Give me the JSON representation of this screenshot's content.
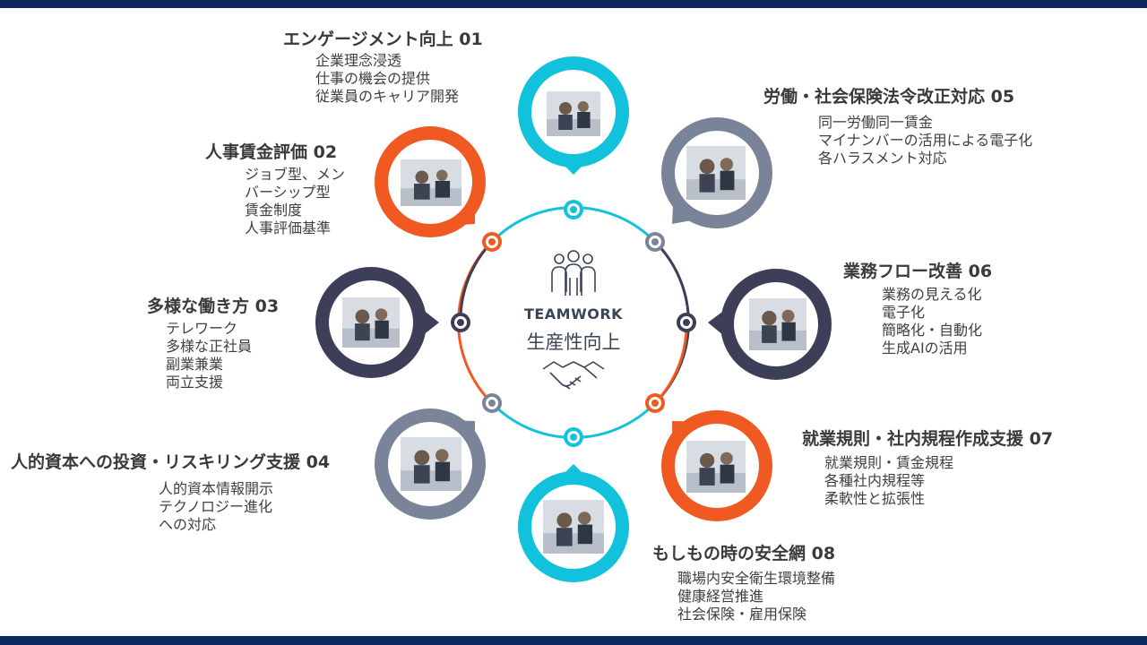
{
  "center": {
    "label_en": "TEAMWORK",
    "label_jp": "生産性向上"
  },
  "colors": {
    "cyan": "#12c2dc",
    "orange": "#f05a22",
    "gray": "#7a8499",
    "navy": "#3c3f57",
    "frame": "#0d2a5e"
  },
  "sections": [
    {
      "title": "エンゲージメント向上 01",
      "items": [
        "企業理念浸透",
        "仕事の機会の提供",
        "従業員のキャリア開発"
      ],
      "color": "cyan",
      "image": "business-meeting-photo"
    },
    {
      "title": "人事賃金評価 02",
      "items": [
        "ジョブ型、メン",
        "バーシップ型",
        "賃金制度",
        "人事評価基準"
      ],
      "color": "orange",
      "image": "evaluation-blackboard-photo"
    },
    {
      "title": "多様な働き方 03",
      "items": [
        "テレワーク",
        "多様な正社員",
        "副業兼業",
        "両立支援"
      ],
      "color": "navy",
      "image": "office-workers-photo"
    },
    {
      "title": "人的資本への投資・リスキリング支援 04",
      "items": [
        "人的資本情報開示",
        "テクノロジー進化",
        "への対応"
      ],
      "color": "gray",
      "image": "signing-document-photo"
    },
    {
      "title": "労働・社会保険法令改正対応 05",
      "items": [
        "同一労働同一賃金",
        "マイナンバーの活用による電子化",
        "各ハラスメント対応"
      ],
      "color": "gray",
      "image": "figures-chart-photo"
    },
    {
      "title": "業務フロー改善 06",
      "items": [
        "業務の見える化",
        "電子化",
        "簡略化・自動化",
        "生成AIの活用"
      ],
      "color": "navy",
      "image": "desk-clock-photo"
    },
    {
      "title": "就業規則・社内規程作成支援 07",
      "items": [
        "就業規則・賃金規程",
        "各種社内規程等",
        "柔軟性と拡張性"
      ],
      "color": "orange",
      "image": "contract-papers-photo"
    },
    {
      "title": "もしもの時の安全網 08",
      "items": [
        "職場内安全衛生環境整備",
        "健康経営推進",
        "社会保険・雇用保険"
      ],
      "color": "cyan",
      "image": "tired-worker-photo"
    }
  ]
}
